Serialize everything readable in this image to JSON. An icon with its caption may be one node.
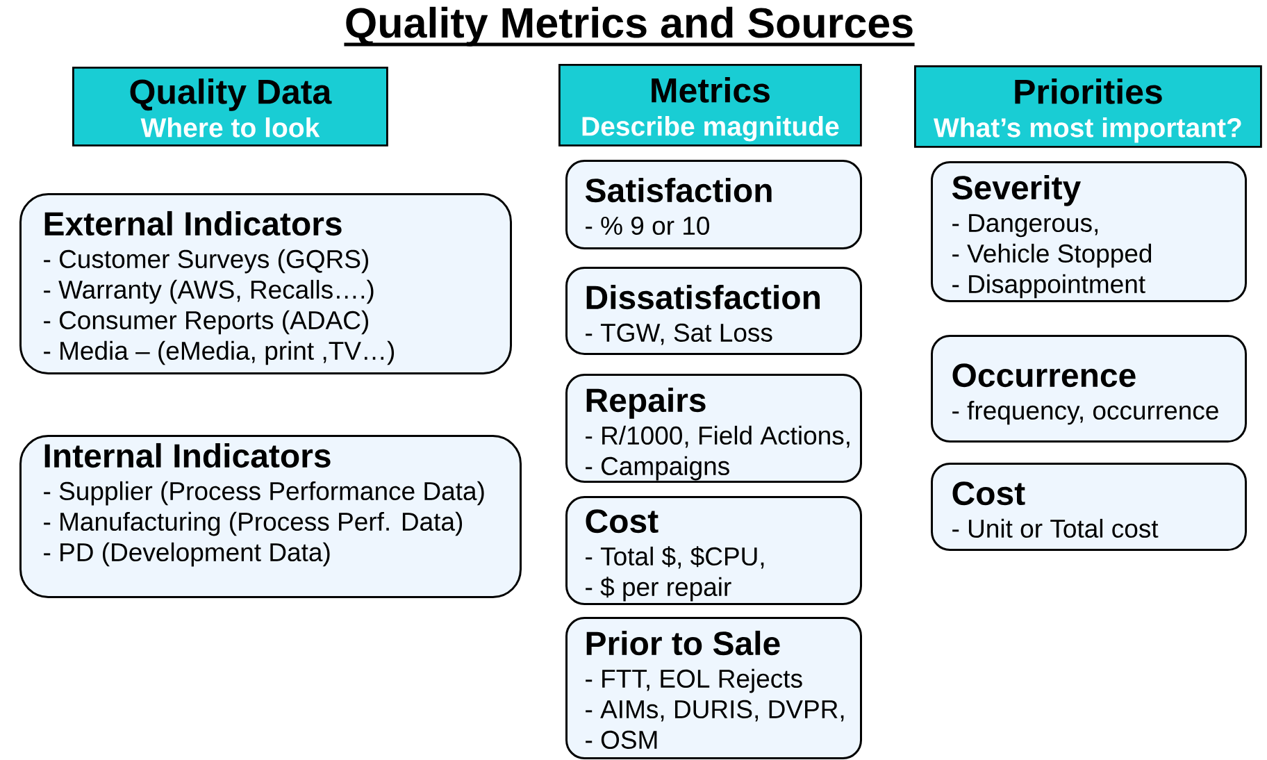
{
  "diagram": {
    "title": "Quality Metrics and Sources",
    "nodes": [
      {
        "text": [
          "Quality Data",
          "Where to look"
        ]
      },
      {
        "text": [
          "External Indicators",
          "- Customer Surveys (GQRS)",
          "- Warranty (AWS, Recalls….)",
          "- Consumer Reports (ADAC)",
          "- Media – (eMedia, print ,TV…)"
        ]
      },
      {
        "text": [
          "Internal Indicators",
          "- Supplier (Process Performance Data)",
          "- Manufacturing (Process Perf. Data)",
          "- PD (Development Data)"
        ]
      },
      {
        "text": [
          "Metrics",
          "Describe magnitude"
        ]
      },
      {
        "text": [
          "Satisfaction",
          "- % 9 or 10"
        ]
      },
      {
        "text": [
          "Dissatisfaction",
          "- TGW, Sat Loss"
        ]
      },
      {
        "text": [
          "Repairs",
          "- R/1000, Field Actions,",
          "- Campaigns"
        ]
      },
      {
        "text": [
          "Cost",
          "- Total $, $CPU,",
          "- $ per repair"
        ]
      },
      {
        "text": [
          "Prior to Sale",
          "- FTT, EOL Rejects",
          "- AIMs, DURIS, DVPR,",
          "- OSM"
        ]
      },
      {
        "text": [
          "Priorities",
          "What’s most important?"
        ]
      },
      {
        "text": [
          "Severity",
          "- Dangerous,",
          "- Vehicle Stopped",
          "- Disappointment"
        ]
      },
      {
        "text": [
          "Occurrence",
          "- frequency, occurrence"
        ]
      },
      {
        "text": [
          "Cost",
          "- Unit or Total cost"
        ]
      }
    ]
  }
}
